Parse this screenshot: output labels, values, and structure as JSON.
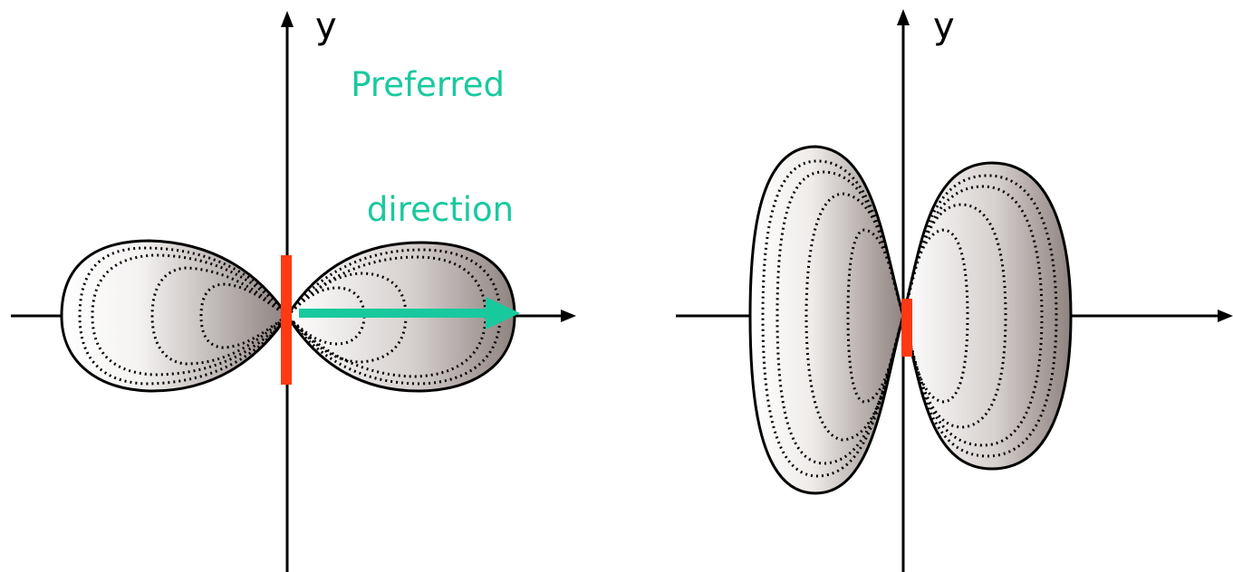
{
  "diagrams": [
    {
      "y_axis_label": "y",
      "annotation": [
        "Preferred",
        "direction"
      ]
    },
    {
      "y_axis_label": "y"
    }
  ],
  "colors": {
    "axis": "#000000",
    "outline": "#000000",
    "contour": "#000000",
    "source_bar": "#ff3a12",
    "annotation": "#19c99e",
    "arrow": "#19c99e",
    "lobe_light": "#ffffff",
    "lobe_dark": "#8e8380"
  },
  "icons": {
    "arrowhead": "triangle-arrowhead-icon",
    "source": "red-bar-icon"
  }
}
